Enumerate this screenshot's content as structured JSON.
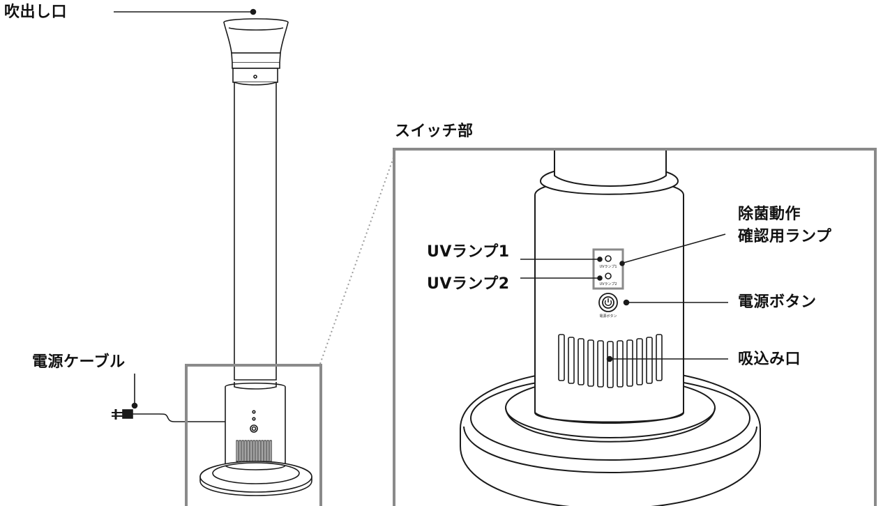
{
  "labels": {
    "outlet": "吹出し口",
    "power_cable": "電源ケーブル",
    "switch_section": "スイッチ部",
    "uv_lamp_1": "UVランプ1",
    "uv_lamp_2": "UVランプ2",
    "sterilization_lamp_line1": "除菌動作",
    "sterilization_lamp_line2": "確認用ランプ",
    "power_button": "電源ボタン",
    "intake": "吸込み口"
  },
  "device_panel_text": {
    "uv_lamp_1_small": "UVランプ1",
    "uv_lamp_2_small": "UVランプ2",
    "power_button_small": "電源ボタン"
  },
  "colors": {
    "line": "#1a1a1a",
    "frame": "#8a8a8a",
    "dotted": "#9a9a9a"
  }
}
